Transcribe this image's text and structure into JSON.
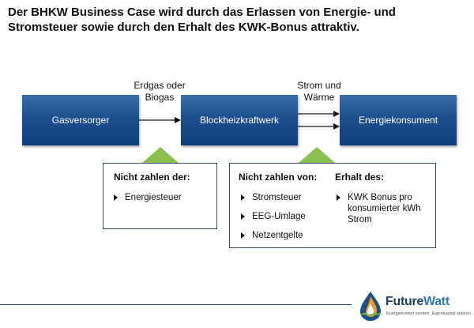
{
  "title": "Der BHKW Business Case wird durch das Erlassen von Energie- und Stromsteuer sowie durch den Erhalt des KWK-Bonus attraktiv.",
  "nodes": {
    "gasversorger": "Gasversorger",
    "bhkw": "Blockheizkraftwerk",
    "konsument": "Energiekonsument"
  },
  "edges": {
    "gas_label_line1": "Erdgas oder",
    "gas_label_line2": "Biogas",
    "power_label_line1": "Strom und",
    "power_label_line2": "Wärme"
  },
  "box_left": {
    "header": "Nicht zahlen der:",
    "items": [
      "Energiesteuer"
    ]
  },
  "box_right": {
    "header_left": "Nicht zahlen von:",
    "items_left": [
      "Stromsteuer",
      "EEG-Umlage",
      "Netzentgelte"
    ],
    "header_right": "Erhalt des:",
    "items_right": [
      "KWK Bonus pro konsumierter kWh Strom"
    ]
  },
  "logo": {
    "brand_part1": "Future",
    "brand_part2": "Watt",
    "tagline": "Energiekosten senken, Eigenkapital stärken",
    "icon": "flame-drop-logo-icon"
  },
  "colors": {
    "box_blue": "#1d4f8f",
    "triangle_green": "#8dbf4e",
    "brand_blue": "#1b3f6a"
  }
}
